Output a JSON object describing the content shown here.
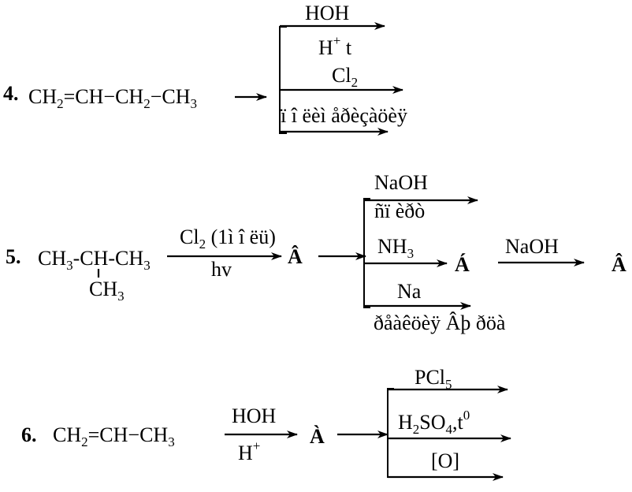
{
  "problems": [
    {
      "number": "4.",
      "reactant": {
        "p1": "CH",
        "s1": "2",
        "p2": "=CH−CH",
        "s2": "2",
        "p3": "−CH",
        "s3": "3"
      },
      "branches": [
        {
          "above": "HOH",
          "below_main": "H",
          "below_sup": "+",
          "below_tail": " t"
        },
        {
          "above_main": "Cl",
          "above_sub": "2",
          "below": "ï î ëèì åðèçàöèÿ"
        }
      ]
    },
    {
      "number": "5.",
      "reactant": {
        "p1": "CH",
        "s1": "3",
        "p2": "-CH-CH",
        "s2": "3",
        "branch_main": "CH",
        "branch_sub": "3"
      },
      "step1": {
        "above_main": "Cl",
        "above_sub": "2",
        "above_tail": " (1ì î ëü)",
        "below": "hv"
      },
      "product_a": "Â",
      "branches": [
        {
          "above": "NaOH",
          "below": "ñï èðò"
        },
        {
          "above_main": "NH",
          "above_sub": "3"
        },
        {
          "above": "Na",
          "below": "ðåàêöèÿ Âþ ðöà"
        }
      ],
      "product_b": "Á",
      "step2": {
        "above": "NaOH"
      },
      "product_c": "Â"
    },
    {
      "number": "6.",
      "reactant": {
        "p1": "CH",
        "s1": "2",
        "p2": "=CH−CH",
        "s2": "3"
      },
      "step1": {
        "above": "HOH",
        "below_main": "H",
        "below_sup": "+"
      },
      "product_a": "À",
      "branches": [
        {
          "above_main": "PCl",
          "above_sub": "5"
        },
        {
          "above_main": "H",
          "above_sub1": "2",
          "above_mid": "SO",
          "above_sub2": "4",
          "above_tail": ",t",
          "above_sup": "0"
        },
        {
          "above": "[O]"
        }
      ]
    }
  ]
}
